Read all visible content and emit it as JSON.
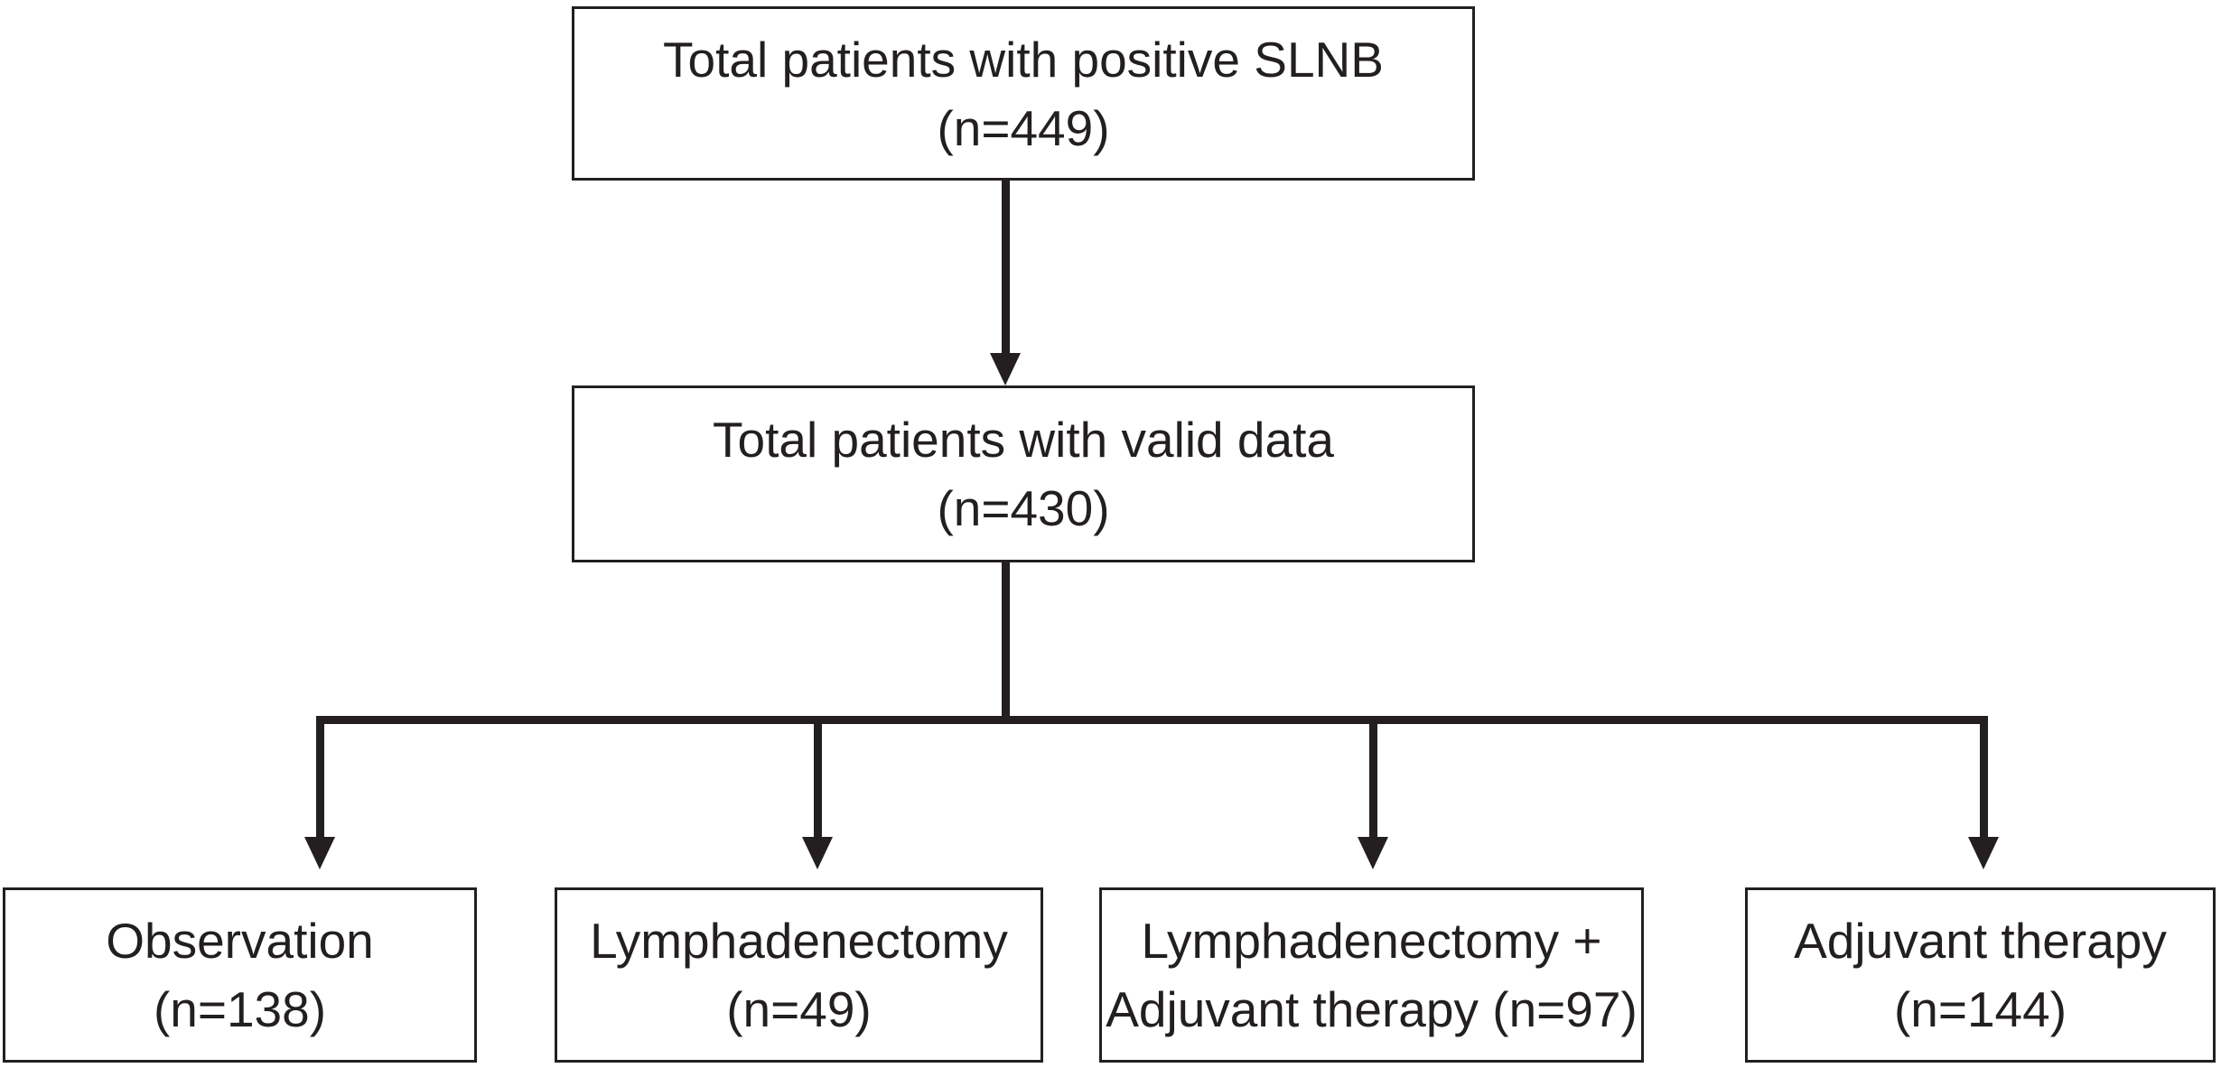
{
  "diagram": {
    "type": "flowchart",
    "colors": {
      "background": "#ffffff",
      "ink": "#231f20"
    },
    "nodes": {
      "total_positive_slnb": {
        "line1": "Total patients with positive SLNB",
        "line2": "(n=449)"
      },
      "total_valid_data": {
        "line1": "Total patients with valid data",
        "line2": "(n=430)"
      },
      "observation": {
        "line1": "Observation",
        "line2": "(n=138)"
      },
      "lymphadenectomy": {
        "line1": "Lymphadenectomy",
        "line2": "(n=49)"
      },
      "lymphadenectomy_adjuvant": {
        "line1": "Lymphadenectomy +",
        "line2": "Adjuvant therapy (n=97)"
      },
      "adjuvant_therapy": {
        "line1": "Adjuvant therapy",
        "line2": "(n=144)"
      }
    },
    "edges": [
      {
        "from": "total_positive_slnb",
        "to": "total_valid_data"
      },
      {
        "from": "total_valid_data",
        "to": "observation"
      },
      {
        "from": "total_valid_data",
        "to": "lymphadenectomy"
      },
      {
        "from": "total_valid_data",
        "to": "lymphadenectomy_adjuvant"
      },
      {
        "from": "total_valid_data",
        "to": "adjuvant_therapy"
      }
    ]
  }
}
